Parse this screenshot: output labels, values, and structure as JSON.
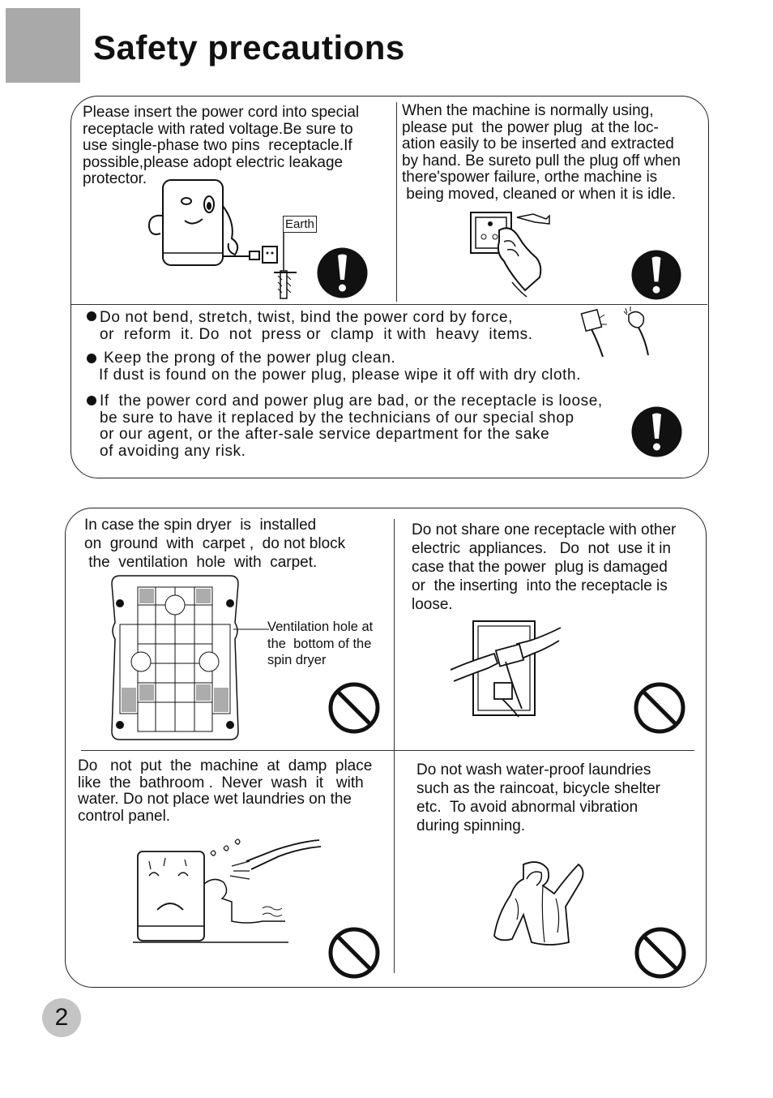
{
  "header": {
    "title": "Safety precautions"
  },
  "box1": {
    "topleft": "Please insert the power cord into special\nreceptacle with rated voltage.Be sure to\nuse single-phase two pins  receptacle.If\npossible,please adopt electric leakage\nprotector.",
    "earth_label": "Earth",
    "topright": "When the machine is normally using,\nplease put  the power plug  at the loc-\nation easily to be inserted and extracted\nby hand. Be sureto pull the plug off when\nthere'spower failure, orthe machine is\n being moved, cleaned or when it is idle.",
    "bullet1": "Do not bend, stretch, twist, bind the power cord by force,\nor  reform  it. Do  not  press or  clamp  it with  heavy  items.",
    "bullet2_line1": "Keep the prong of the power plug clean.",
    "bullet2_line2": "If dust is found on the power plug, please wipe it off with dry cloth.",
    "bullet3": "If  the power cord and power plug are bad, or the receptacle is loose,\nbe sure to have it replaced by the technicians of our special shop\nor our agent, or the after-sale service department for the sake\nof avoiding any risk."
  },
  "box2": {
    "topleft": "In case the spin dryer  is  installed\non  ground  with  carpet ,  do not block\n the  ventilation  hole  with  carpet.",
    "vent_label": "Ventilation hole at\nthe  bottom of the\nspin dryer",
    "topright": "Do not share one receptacle with other\nelectric  appliances.   Do  not  use it in\ncase that the power  plug is damaged\nor  the inserting  into the receptacle is\nloose.",
    "bottomleft": "Do   not  put  the  machine  at  damp  place\nlike  the  bathroom .  Never  wash  it   with\nwater. Do not place wet laundries on the\ncontrol panel.",
    "bottomright": "Do not wash water-proof laundries\nsuch as the raincoat, bicycle shelter\netc.  To avoid abnormal vibration\nduring spinning."
  },
  "footer": {
    "page_number": "2"
  },
  "icons": [
    "warning-exclamation-icon",
    "prohibition-icon"
  ]
}
